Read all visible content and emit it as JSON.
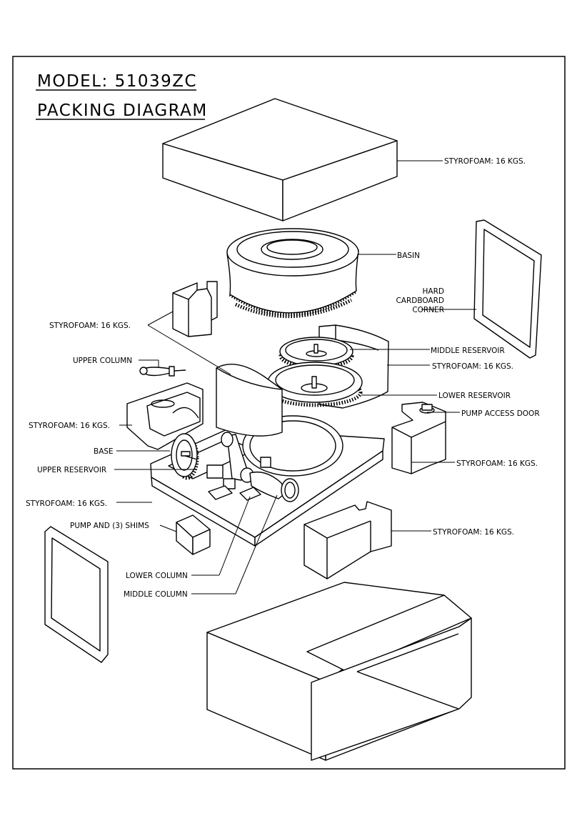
{
  "title_line_1": "MODEL: 51039ZC",
  "title_line_2": "PACKING DIAGRAM",
  "labels": {
    "styrofoam_top": "STYROFOAM: 16 KGS.",
    "basin": "BASIN",
    "hard_cardboard_corner": [
      "HARD",
      "CARDBOARD",
      "CORNER"
    ],
    "styrofoam_left_block": "STYROFOAM: 16 KGS.",
    "middle_reservoir": "MIDDLE RESERVOIR",
    "upper_column": "UPPER COLUMN",
    "styrofoam_reservoir_tray": "STYROFOAM: 16 KGS.",
    "lower_reservoir": "LOWER RESERVOIR",
    "pump_access_door": "PUMP ACCESS DOOR",
    "styrofoam_column_tray": "STYROFOAM: 16 KGS.",
    "base": "BASE",
    "styrofoam_right_block": "STYROFOAM: 16 KGS.",
    "upper_reservoir": "UPPER RESERVOIR",
    "styrofoam_bottom_tray": "STYROFOAM: 16 KGS.",
    "styrofoam_lower_right_block": "STYROFOAM: 16 KGS.",
    "pump_and_shims": "PUMP AND (3) SHIMS",
    "lower_column": "LOWER COLUMN",
    "middle_column": "MIDDLE COLUMN"
  }
}
